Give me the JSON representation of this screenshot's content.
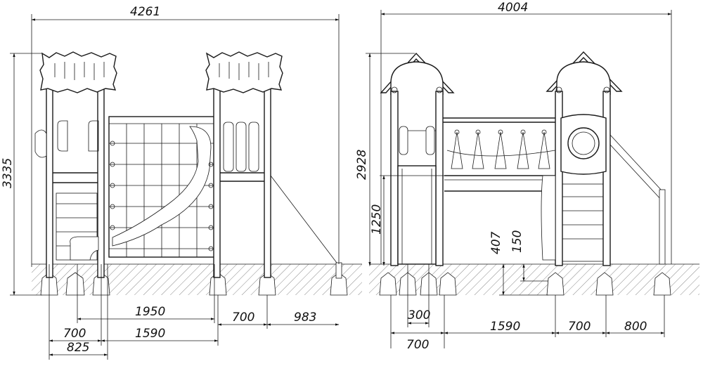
{
  "left_view": {
    "overall_width": "4261",
    "overall_height": "3335",
    "dim_1950": "1950",
    "dim_700_right": "700",
    "dim_983": "983",
    "dim_700_left": "700",
    "dim_1590": "1590",
    "dim_825": "825"
  },
  "right_view": {
    "overall_width": "4004",
    "overall_height": "2928",
    "platform_height": "1250",
    "dim_407": "407",
    "dim_150": "150",
    "dim_300": "300",
    "dim_700_left": "700",
    "dim_1590": "1590",
    "dim_700_mid": "700",
    "dim_800": "800"
  },
  "colors": {
    "line": "#1a1a1a",
    "ground_hatch": "#555555",
    "background": "#ffffff"
  }
}
